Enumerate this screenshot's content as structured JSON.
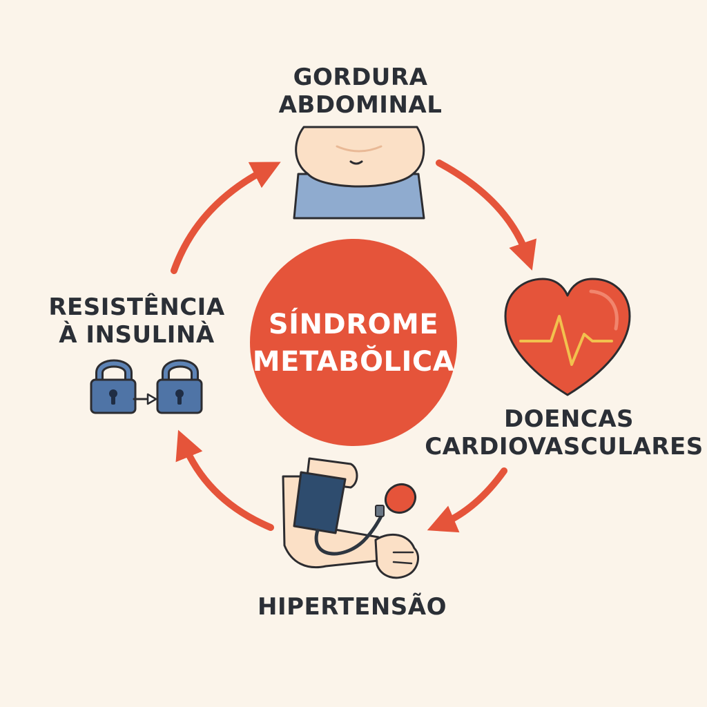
{
  "center": {
    "line1": "SÍNDROME",
    "line2": "METABŎLICA"
  },
  "nodes": {
    "abdominal_fat": {
      "line1": "GORDURA",
      "line2": "ABDOMINAL",
      "icon": "belly-icon"
    },
    "cardiovascular": {
      "line1": "DOENCAS",
      "line2": "CARDIOVASCULARES",
      "icon": "heart-ecg-icon"
    },
    "hypertension": {
      "line1": "HIPERTENSÃO",
      "icon": "blood-pressure-cuff-icon"
    },
    "insulin_resistance": {
      "line1": "RESISTÊNCIA",
      "line2": "À INSULINÀ",
      "icon": "padlocks-icon"
    }
  },
  "colors": {
    "background": "#fbf4ea",
    "accent": "#e5543a",
    "text": "#2b2f36",
    "lock_blue": "#4f74a6",
    "skin": "#fbe0c6",
    "shirt": "#8fabcf"
  }
}
